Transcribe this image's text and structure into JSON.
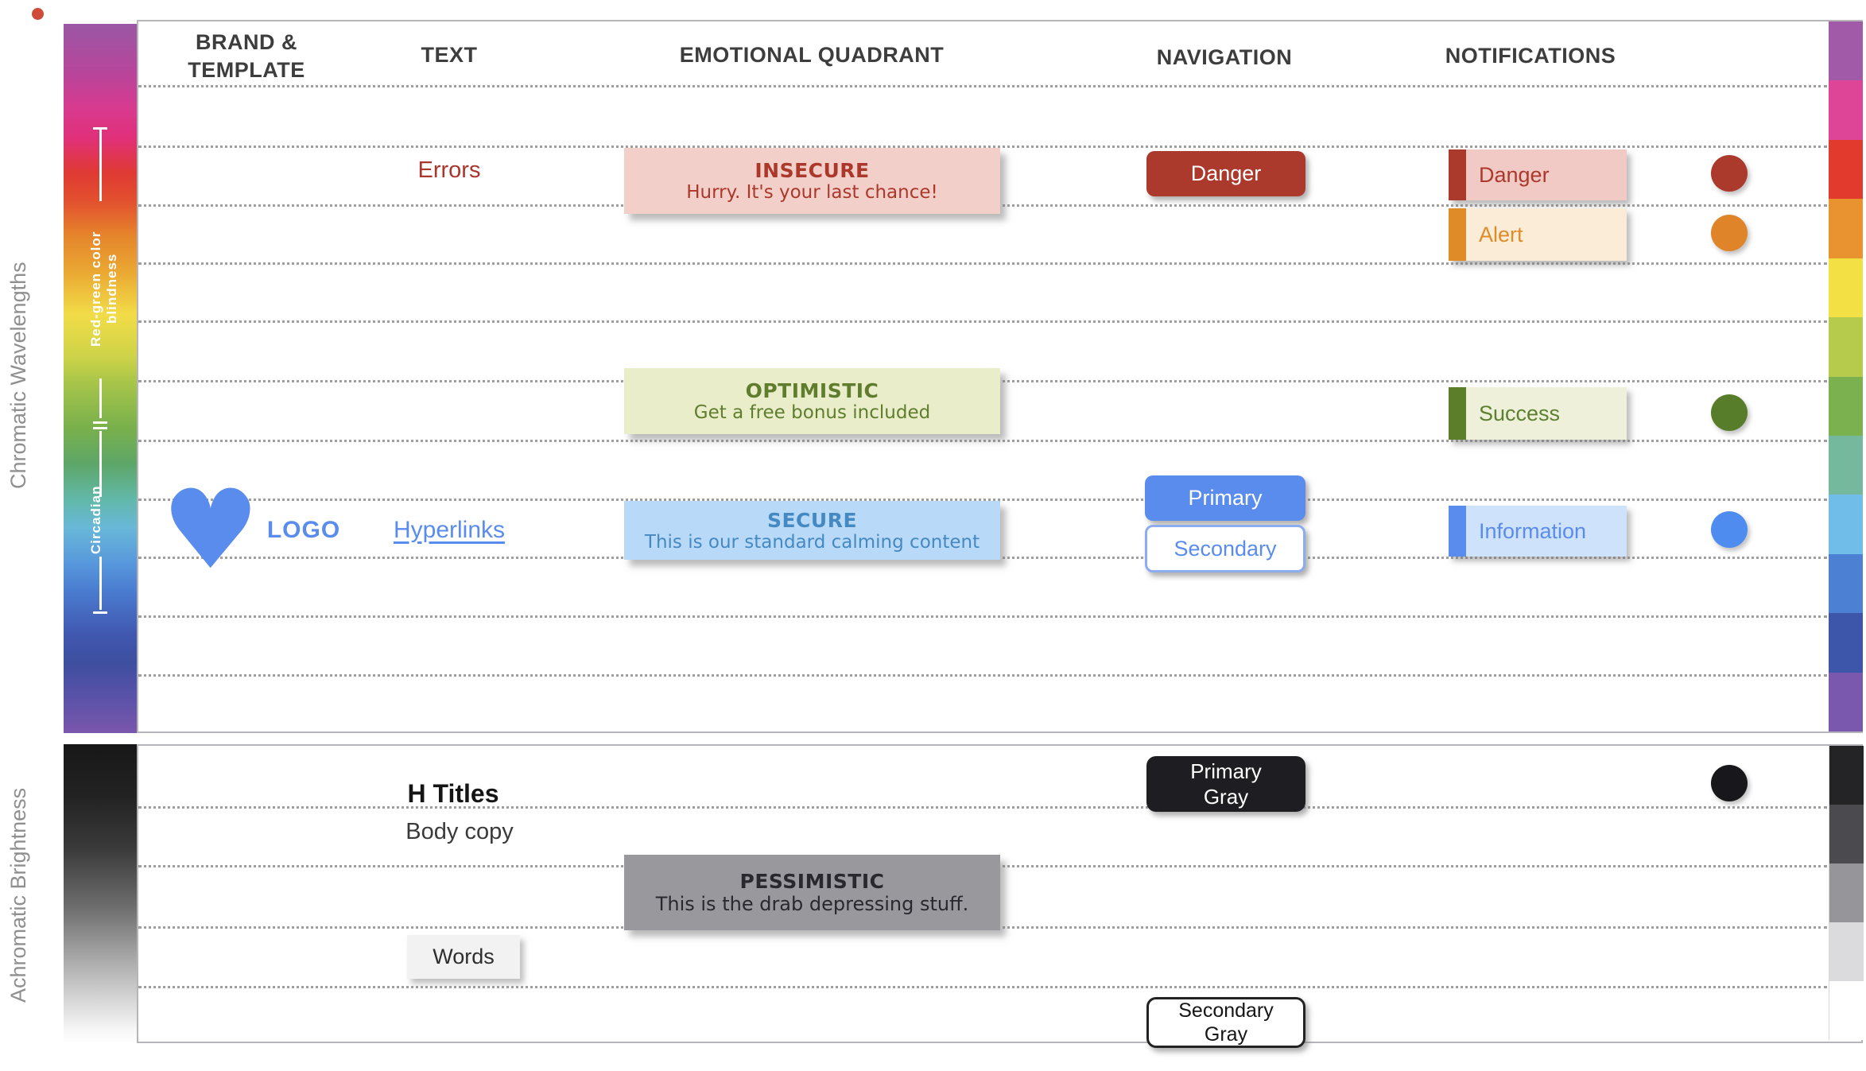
{
  "axis": {
    "chromatic_label": "Chromatic Wavelengths",
    "achromatic_label": "Achromatic Brightness",
    "blindness_range_label": "Red-green color blindness",
    "circadian_range_label": "Circadian"
  },
  "columns": {
    "brand": "BRAND & TEMPLATE",
    "text": "TEXT",
    "quadrant": "EMOTIONAL QUADRANT",
    "navigation": "NAVIGATION",
    "notifications": "NOTIFICATIONS"
  },
  "chromatic": {
    "errors_label": "Errors",
    "logo_heart_icon": "♥",
    "logo_label": "LOGO",
    "hyperlinks_label": "Hyperlinks",
    "insecure": {
      "title": "INSECURE",
      "subtitle": "Hurry. It's your last chance!"
    },
    "optimistic": {
      "title": "OPTIMISTIC",
      "subtitle": "Get a free bonus included"
    },
    "secure": {
      "title": "SECURE",
      "subtitle": "This is our standard calming content"
    },
    "nav": {
      "danger": "Danger",
      "primary": "Primary",
      "secondary": "Secondary"
    },
    "notifications": {
      "danger": "Danger",
      "alert": "Alert",
      "success": "Success",
      "information": "Information"
    },
    "strip_colors": [
      "#a05aa8",
      "#de4596",
      "#e23b2e",
      "#e89330",
      "#f3e044",
      "#b6cb4b",
      "#7bb14f",
      "#74b89e",
      "#70bde9",
      "#4c80d2",
      "#3d56a9",
      "#7a58ae"
    ]
  },
  "achromatic": {
    "h_titles": "H Titles",
    "body_copy": "Body copy",
    "words": "Words",
    "pessimistic": {
      "title": "PESSIMISTIC",
      "subtitle": "This is the drab depressing stuff."
    },
    "nav": {
      "primary": "Primary\nGray",
      "secondary": "Secondary\nGray"
    },
    "strip_colors": [
      "#242427",
      "#4b4b4f",
      "#95959a",
      "#dbdbde",
      "#ffffff"
    ]
  },
  "colors": {
    "danger": "#ab392c",
    "danger_bg": "#f1cac5",
    "alert": "#df8b28",
    "alert_bg": "#faecd6",
    "success": "#5c7e2a",
    "success_bg": "#eef0d9",
    "info": "#5a8cee",
    "info_bg": "#cfe2fb",
    "brand_blue": "#5a8cee",
    "insecure_bg": "#f2cfc9",
    "optimistic_bg": "#e9edca",
    "secure_bg": "#b9d9f8",
    "pessimistic_bg": "#99999d",
    "primary_gray": "#1e1e22"
  }
}
